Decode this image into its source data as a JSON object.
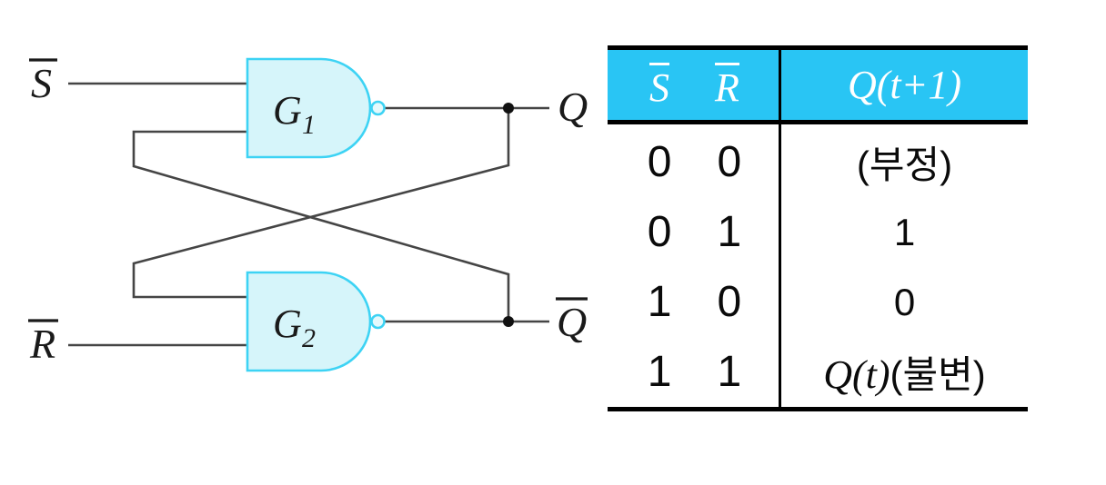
{
  "colors": {
    "header_bg": "#29C5F4",
    "gate_fill": "#D6F5FA",
    "gate_stroke": "#3DD3F4",
    "bubble_fill": "#E4F9FC",
    "wire": "#454545",
    "node": "#111111",
    "table_line": "#000000"
  },
  "circuit": {
    "gates": [
      {
        "name": "G1",
        "letter": "G",
        "sub": "1"
      },
      {
        "name": "G2",
        "letter": "G",
        "sub": "2"
      }
    ],
    "inputs": [
      {
        "name": "S-bar",
        "label": "S",
        "negated": true
      },
      {
        "name": "R-bar",
        "label": "R",
        "negated": true
      }
    ],
    "outputs": [
      {
        "name": "Q",
        "label": "Q",
        "negated": false
      },
      {
        "name": "Q-bar",
        "label": "Q",
        "negated": true
      }
    ]
  },
  "truth_table": {
    "headers": {
      "s": "S",
      "r": "R",
      "q_next": "Q(t+1)"
    },
    "rows": [
      {
        "s": "0",
        "r": "0",
        "q_next": "(부정)"
      },
      {
        "s": "0",
        "r": "1",
        "q_next": "1"
      },
      {
        "s": "1",
        "r": "0",
        "q_next": "0"
      },
      {
        "s": "1",
        "r": "1",
        "q_next_math": "Q(t)",
        "q_next_note": "(불변)"
      }
    ]
  }
}
